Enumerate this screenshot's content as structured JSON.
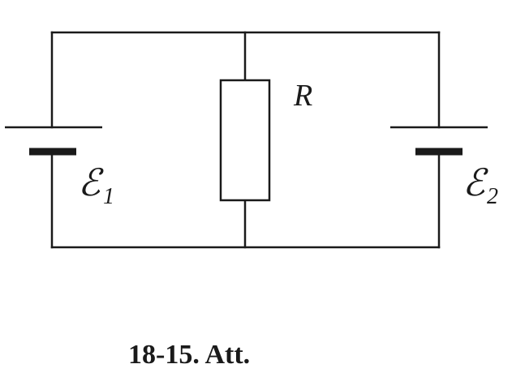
{
  "diagram": {
    "resistor_label": "R",
    "source_left": {
      "symbol": "ℰ",
      "subscript": "1"
    },
    "source_right": {
      "symbol": "ℰ",
      "subscript": "2"
    },
    "caption": "18-15. Att."
  },
  "colors": {
    "line": "#1a1a1a",
    "background": "#ffffff"
  }
}
